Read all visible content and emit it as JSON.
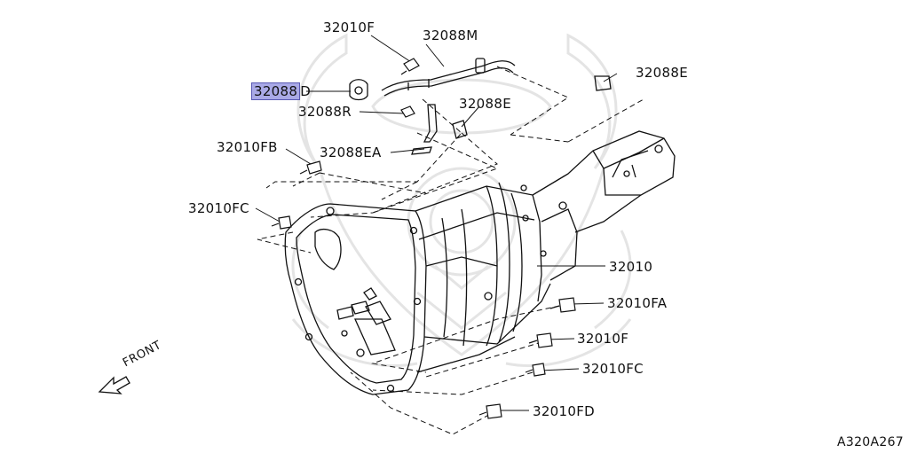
{
  "callouts": {
    "p32010F_top": "32010F",
    "p32088M": "32088M",
    "p32088D_hl": "32088",
    "p32088D_rest": "D",
    "p32088R": "32088R",
    "p32088E_mid": "32088E",
    "p32088E_right": "32088E",
    "p32010FB": "32010FB",
    "p32088EA": "32088EA",
    "p32010FC_left": "32010FC",
    "p32010": "32010",
    "p32010FA": "32010FA",
    "p32010F_bottom": "32010F",
    "p32010FC_bottom": "32010FC",
    "p32010FD": "32010FD"
  },
  "direction_label": "FRONT",
  "diagram_code": "A320A267",
  "colors": {
    "line": "#111111",
    "highlight_fill": "#a9a9e6",
    "highlight_border": "#5a5ab4",
    "watermark": "#e6e6e6"
  },
  "icons": {
    "watermark": "crest-watermark",
    "direction": "front-arrow"
  }
}
